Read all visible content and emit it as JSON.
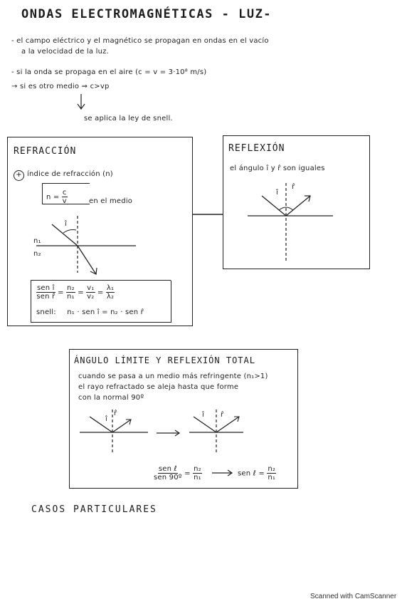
{
  "header": {
    "title": "ONDAS ELECTROMAGNÉTICAS - LUZ-"
  },
  "intro": {
    "line1": "- el campo eléctrico y el magnético se propagan en ondas en el vacío",
    "line2": "a la velocidad de la luz.",
    "line3": "- si la onda se propaga en el aire (c = v = 3·10⁸ m/s)",
    "line4": "→ si es otro medio ⇒ c>vp",
    "line5": "se aplica la ley de snell."
  },
  "refraccion": {
    "title": "REFRACCIÓN",
    "indice_label": "índice de refracción (n)",
    "plus_symbol": "+",
    "n_eq": "n =",
    "n_num": "c",
    "n_den": "v",
    "en_medio": "en el medio",
    "medium1": "n₁",
    "medium2": "n₂",
    "angle_i": "î",
    "ratio_f1_num": "sen î",
    "ratio_f1_den": "sen r̂",
    "ratio_f2_num": "n₂",
    "ratio_f2_den": "n₁",
    "ratio_f3_num": "v₁",
    "ratio_f3_den": "v₂",
    "ratio_f4_num": "λ₁",
    "ratio_f4_den": "λ₂",
    "eq_sign": "=",
    "snell_label": "snell:",
    "snell_eq": "n₁ · sen î = n₂ · sen r̂"
  },
  "reflexion": {
    "title": "REFLEXIÓN",
    "text": "el ángulo î y r̂ son iguales",
    "angle_i": "î",
    "angle_r": "r̂"
  },
  "angulo_limite": {
    "title": "ÁNGULO LÍMITE Y REFLEXIÓN TOTAL",
    "line1": "cuando se pasa a un medio más refringente (n₁>1)",
    "line2": "el rayo refractado se aleja hasta que forme",
    "line3": "con la normal 90º",
    "angle_i": "î",
    "angle_r": "r̂",
    "f1_lhs_num": "sen ℓ",
    "f1_lhs_den": "sen 90º",
    "f1_rhs_num": "n₂",
    "f1_rhs_den": "n₁",
    "f2_lhs": "sen ℓ =",
    "f2_rhs_num": "n₂",
    "f2_rhs_den": "n₁"
  },
  "casos": {
    "title": "CASOS PARTICULARES"
  },
  "footer": {
    "scanner": "Scanned with CamScanner"
  }
}
